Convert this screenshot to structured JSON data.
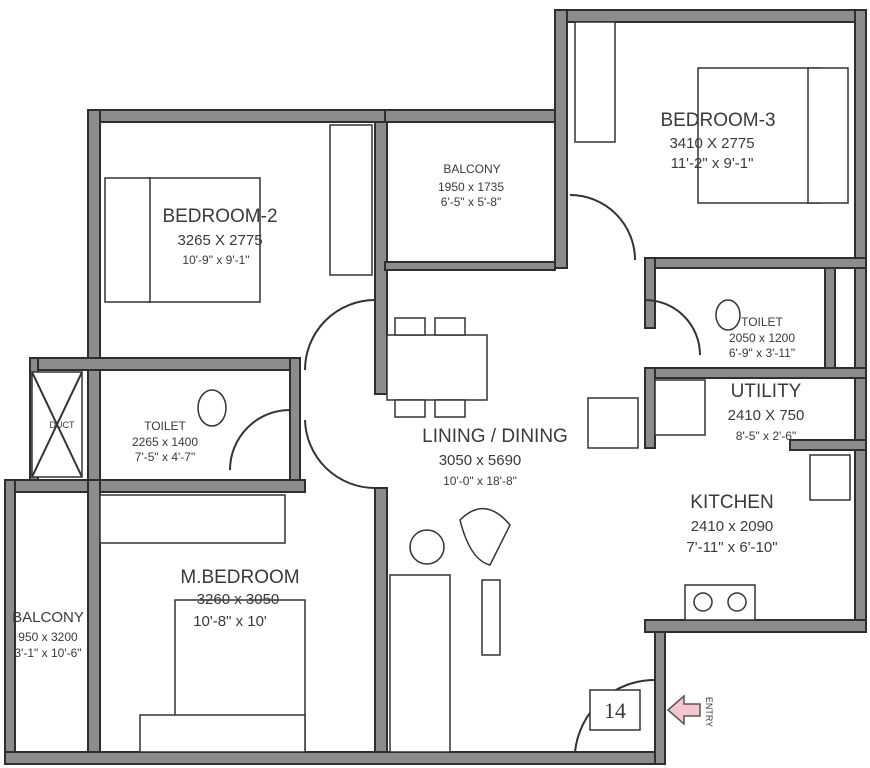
{
  "rooms": {
    "bedroom2": {
      "name": "BEDROOM-2",
      "mm": "3265 X 2775",
      "ft": "10'-9\" x 9'-1\""
    },
    "bedroom3": {
      "name": "BEDROOM-3",
      "mm": "3410 X 2775",
      "ft": "11'-2\" x 9'-1\""
    },
    "balcony_top": {
      "name": "BALCONY",
      "mm": "1950 x 1735",
      "ft": "6'-5\" x 5'-8\""
    },
    "toilet_right": {
      "name": "TOILET",
      "mm": "2050 x 1200",
      "ft": "6'-9\" x 3'-11\""
    },
    "utility": {
      "name": "UTILITY",
      "mm": "2410 X 750",
      "ft": "8'-5\" x 2'-6\""
    },
    "toilet_left": {
      "name": "TOILET",
      "mm": "2265 x 1400",
      "ft": "7'-5\" x 4'-7\""
    },
    "duct": {
      "name": "DUCT"
    },
    "living": {
      "name": "LINING / DINING",
      "mm": "3050 x 5690",
      "ft": "10'-0\" x 18'-8\""
    },
    "kitchen": {
      "name": "KITCHEN",
      "mm": "2410 x 2090",
      "ft": "7'-11\" x 6'-10\""
    },
    "mbedroom": {
      "name": "M.BEDROOM",
      "mm": "3260 x 3050",
      "ft": "10'-8\" x 10'"
    },
    "balcony_left": {
      "name": "BALCONY",
      "mm": "950 x 3200",
      "ft": "3'-1\" x 10'-6\""
    }
  },
  "unit_number": "14",
  "entry_label": "ENTRY",
  "colors": {
    "wall": "#8c8c8c",
    "entry_arrow": "#f4c6d0"
  }
}
